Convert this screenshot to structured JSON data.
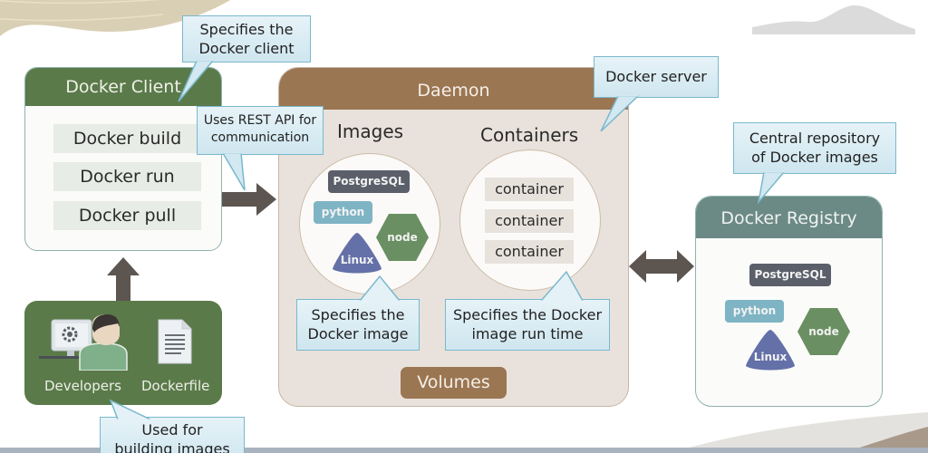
{
  "diagram": {
    "client": {
      "title": "Docker Client",
      "commands": [
        "Docker build",
        "Docker run",
        "Docker pull"
      ],
      "callout": [
        "Specifies the",
        "Docker client"
      ],
      "header_color": "#5a7a4a"
    },
    "rest_callout": [
      "Uses REST API for",
      "communication"
    ],
    "daemon": {
      "title": "Daemon",
      "header_color": "#9b7653",
      "server_callout": "Docker server",
      "images": {
        "title": "Images",
        "items": [
          "PostgreSQL",
          "python",
          "node",
          "Linux"
        ],
        "callout": [
          "Specifies the",
          "Docker image"
        ]
      },
      "containers": {
        "title": "Containers",
        "items": [
          "container",
          "container",
          "container"
        ],
        "callout": [
          "Specifies the Docker",
          "image run time"
        ]
      },
      "volumes": "Volumes"
    },
    "registry": {
      "title": "Docker Registry",
      "header_color": "#6b8a86",
      "items": [
        "PostgreSQL",
        "python",
        "node",
        "Linux"
      ],
      "callout": [
        "Central repository",
        "of Docker images"
      ]
    },
    "developers": {
      "labels": [
        "Developers",
        "Dockerfile"
      ],
      "callout": [
        "Used for",
        "building images"
      ]
    },
    "colors": {
      "arrow": "#5d5550",
      "callout_border": "#7ab8cc",
      "postgres_badge": "#5b5f6a",
      "python_badge": "#7eb4c4",
      "node_badge": "#6a8f62",
      "linux_badge": "#6470a8"
    }
  }
}
